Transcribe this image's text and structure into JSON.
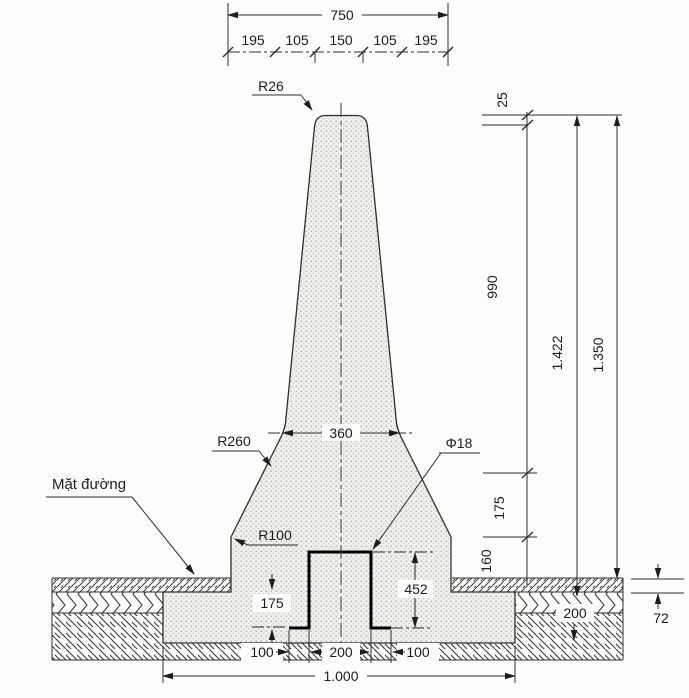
{
  "drawing": {
    "road_label": "Mặt đường",
    "dims": {
      "total_top": "750",
      "seg": [
        "195",
        "105",
        "150",
        "105",
        "195"
      ],
      "r26": "R26",
      "t25": "25",
      "h990": "990",
      "h1422": "1.422",
      "h1350": "1.350",
      "r260": "R260",
      "w360": "360",
      "phi18": "Φ18",
      "r100": "R100",
      "h175_upper": "175",
      "h160": "160",
      "h175_found": "175",
      "h452": "452",
      "w100_left": "100",
      "w200_pocket": "200",
      "w100_right": "100",
      "w1000": "1.000",
      "h200_right": "200",
      "h72": "72"
    },
    "colors": {
      "line": "#2e2e2e",
      "fill_concrete": "#efefec",
      "background": "#fdfdfc"
    }
  }
}
